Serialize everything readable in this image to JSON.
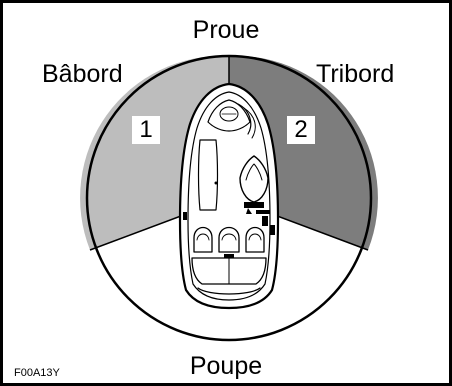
{
  "labels": {
    "bow": "Proue",
    "port": "Bâbord",
    "starboard": "Tribord",
    "stern": "Poupe",
    "figure_code": "F00A13Y"
  },
  "sectors": [
    {
      "number": "1",
      "side": "port",
      "color": "#bdbdbd"
    },
    {
      "number": "2",
      "side": "starboard",
      "color": "#7d7d7d"
    }
  ],
  "colors": {
    "stern_sector": "#ffffff",
    "outline": "#000000"
  }
}
